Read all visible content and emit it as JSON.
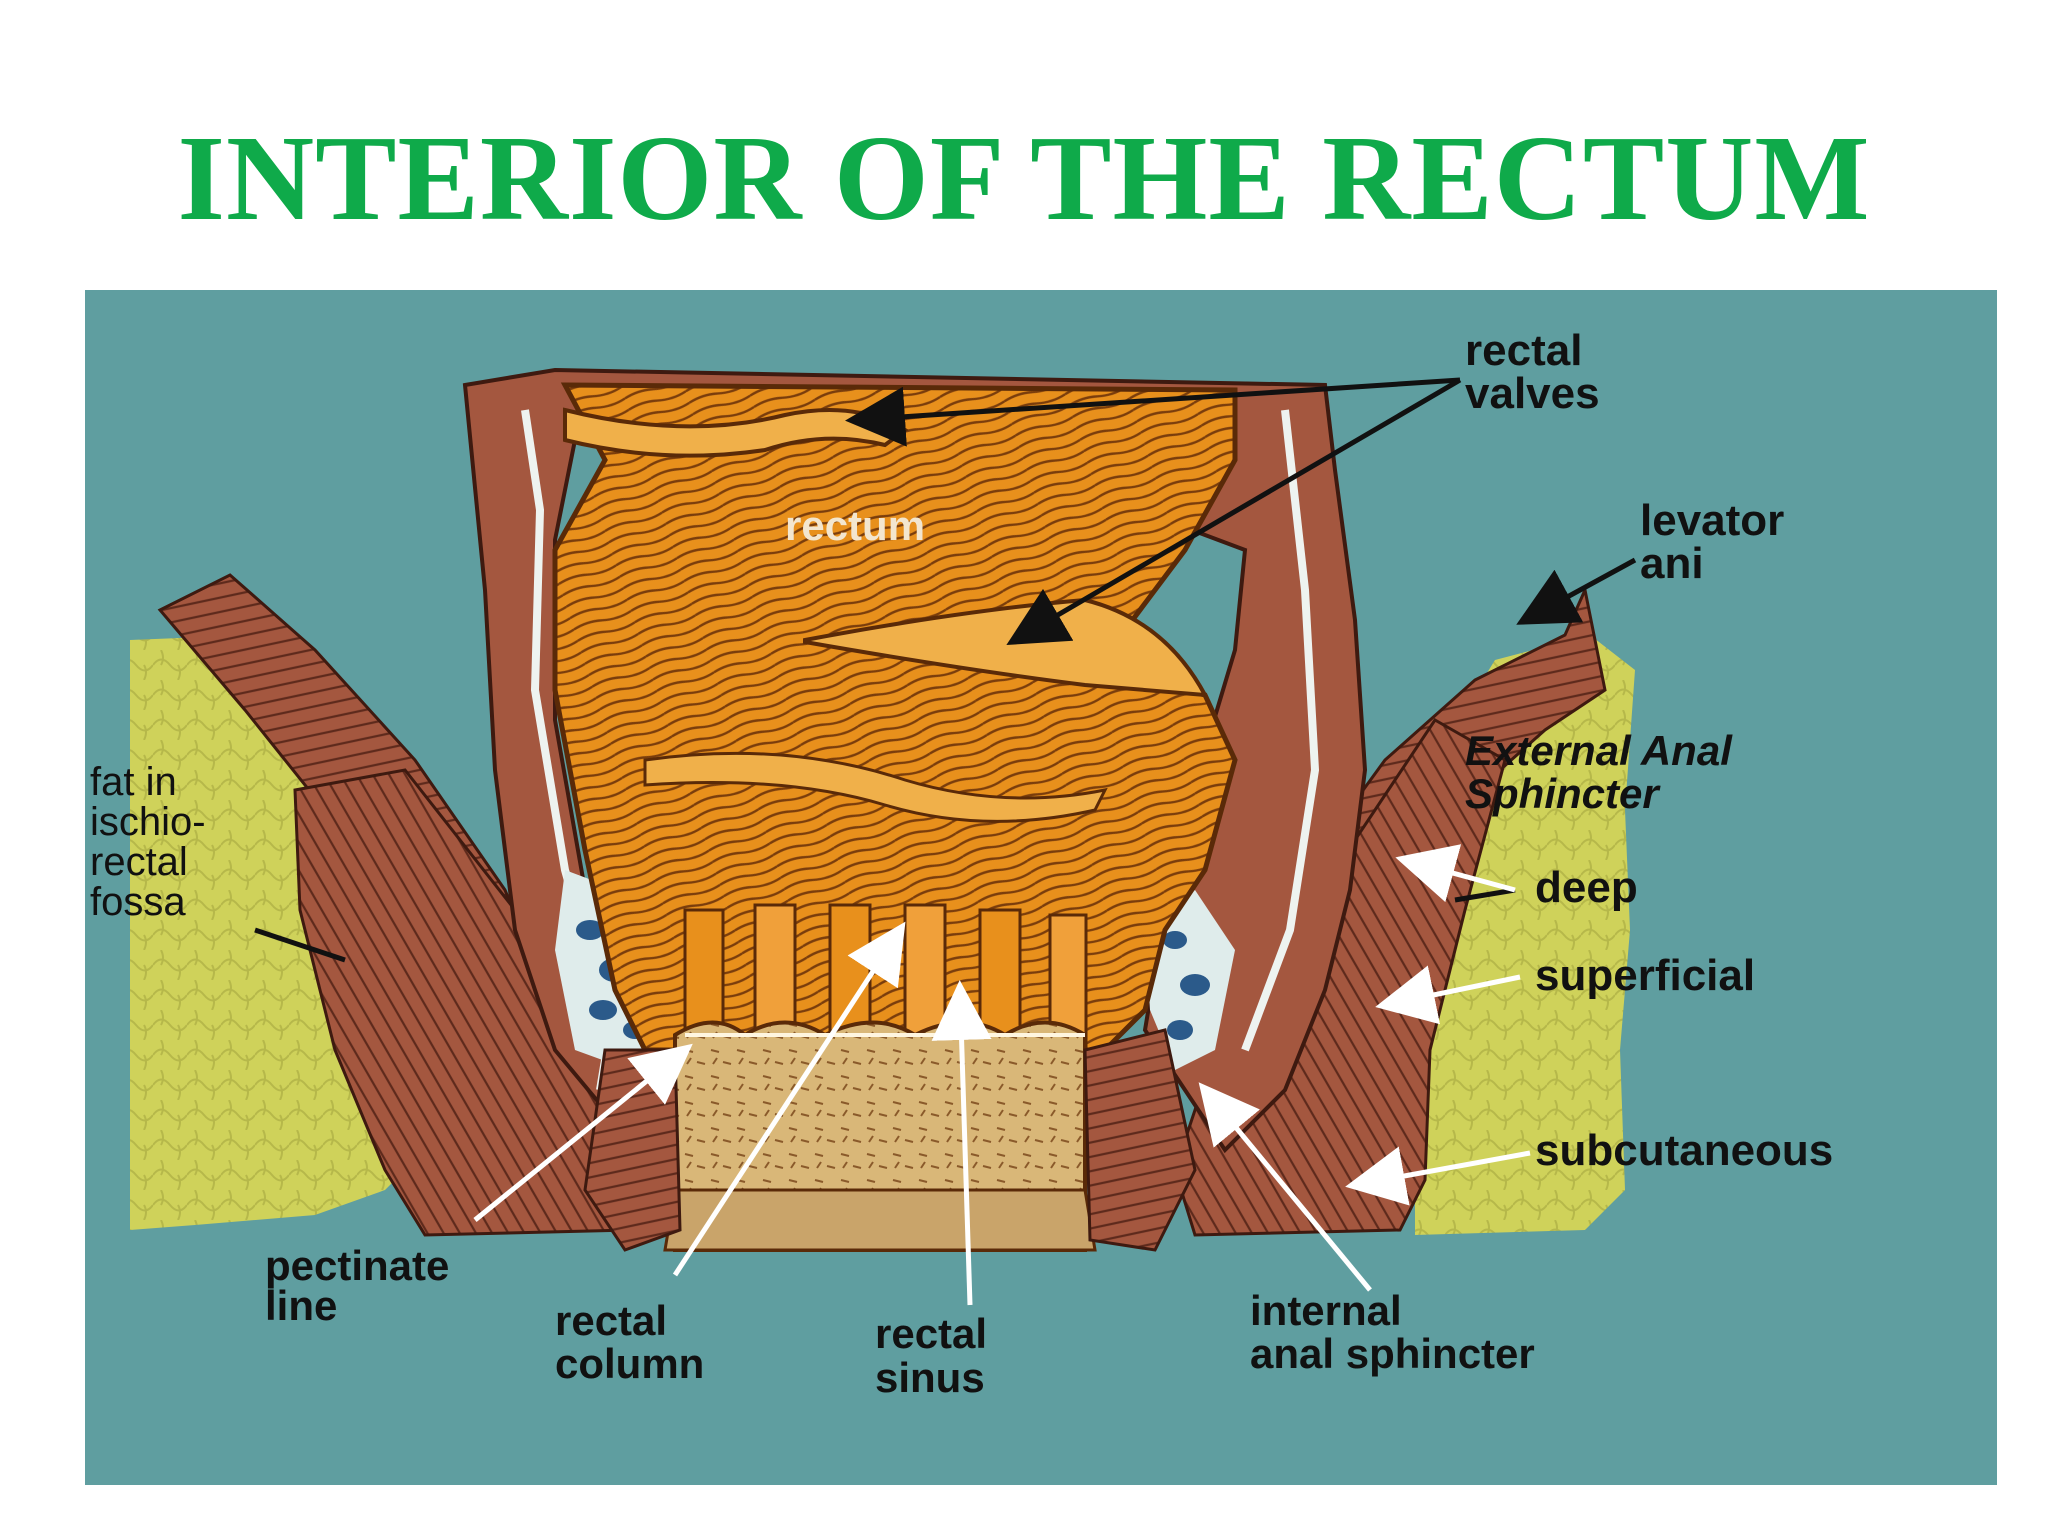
{
  "title": "INTERIOR OF THE RECTUM",
  "diagram": {
    "colors": {
      "background": "#5f9ea0",
      "fat": "#cfd25a",
      "muscle": "#a4573f",
      "rectum_wall": "#e8901c",
      "rectum_dark": "#7a3d0c",
      "mucosa": "#f0b04a",
      "vessels": "#2b5a8a",
      "title": "#0faa4a"
    },
    "labels": {
      "rectal_valves": [
        "rectal",
        "valves"
      ],
      "levator_ani": [
        "levator",
        "ani"
      ],
      "rectum": "rectum",
      "fat": [
        "fat in",
        "ischio-",
        "rectal",
        "fossa"
      ],
      "external_anal_sphincter": [
        "External Anal",
        "Sphincter"
      ],
      "deep": "deep",
      "superficial": "superficial",
      "subcutaneous": "subcutaneous",
      "pectinate_line": [
        "pectinate",
        "line"
      ],
      "rectal_column": [
        "rectal",
        "column"
      ],
      "rectal_sinus": [
        "rectal",
        "sinus"
      ],
      "internal_anal_sphincter": [
        "internal",
        "anal sphincter"
      ]
    }
  }
}
